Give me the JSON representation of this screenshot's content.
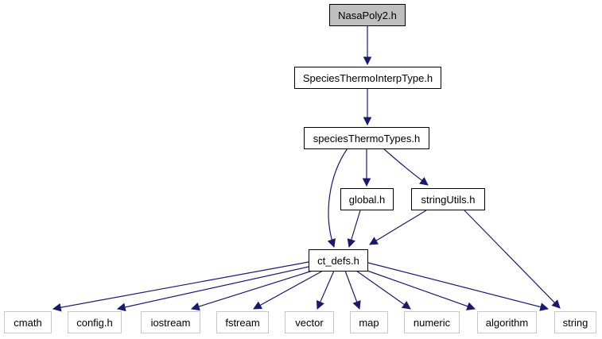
{
  "graph": {
    "kind": "include-dependency-graph",
    "root_file": "NasaPoly2.h",
    "colors": {
      "edge": "#191970",
      "root_fill": "#bfbfbf",
      "linked_border": "#000000",
      "system_border": "#c9c9c9",
      "background": "#ffffff",
      "text": "#000000"
    },
    "nodes": [
      {
        "label": "NasaPoly2.h",
        "kind": "root"
      },
      {
        "label": "SpeciesThermoInterpType.h",
        "kind": "linked"
      },
      {
        "label": "speciesThermoTypes.h",
        "kind": "linked"
      },
      {
        "label": "global.h",
        "kind": "linked"
      },
      {
        "label": "stringUtils.h",
        "kind": "linked"
      },
      {
        "label": "ct_defs.h",
        "kind": "linked"
      },
      {
        "label": "cmath",
        "kind": "system"
      },
      {
        "label": "config.h",
        "kind": "system"
      },
      {
        "label": "iostream",
        "kind": "system"
      },
      {
        "label": "fstream",
        "kind": "system"
      },
      {
        "label": "vector",
        "kind": "system"
      },
      {
        "label": "map",
        "kind": "system"
      },
      {
        "label": "numeric",
        "kind": "system"
      },
      {
        "label": "algorithm",
        "kind": "system"
      },
      {
        "label": "string",
        "kind": "system"
      }
    ],
    "edges": [
      {
        "from": "NasaPoly2.h",
        "to": "SpeciesThermoInterpType.h"
      },
      {
        "from": "SpeciesThermoInterpType.h",
        "to": "speciesThermoTypes.h"
      },
      {
        "from": "speciesThermoTypes.h",
        "to": "global.h"
      },
      {
        "from": "speciesThermoTypes.h",
        "to": "stringUtils.h"
      },
      {
        "from": "speciesThermoTypes.h",
        "to": "ct_defs.h"
      },
      {
        "from": "global.h",
        "to": "ct_defs.h"
      },
      {
        "from": "stringUtils.h",
        "to": "ct_defs.h"
      },
      {
        "from": "stringUtils.h",
        "to": "string"
      },
      {
        "from": "ct_defs.h",
        "to": "cmath"
      },
      {
        "from": "ct_defs.h",
        "to": "config.h"
      },
      {
        "from": "ct_defs.h",
        "to": "iostream"
      },
      {
        "from": "ct_defs.h",
        "to": "fstream"
      },
      {
        "from": "ct_defs.h",
        "to": "vector"
      },
      {
        "from": "ct_defs.h",
        "to": "map"
      },
      {
        "from": "ct_defs.h",
        "to": "numeric"
      },
      {
        "from": "ct_defs.h",
        "to": "algorithm"
      },
      {
        "from": "ct_defs.h",
        "to": "string"
      }
    ]
  }
}
